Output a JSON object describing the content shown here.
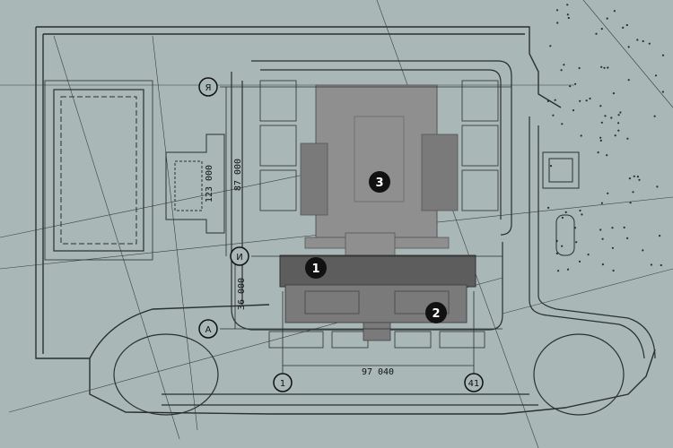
{
  "colors": {
    "background": "#a9b7b7",
    "line": "#2a2f2f",
    "building_light": "#8f8f8f",
    "building_dark": "#5d5d5d",
    "building_mid": "#7a7a7a",
    "marker_fill": "#111111"
  },
  "plan": {
    "markers": [
      {
        "id": "1"
      },
      {
        "id": "2"
      },
      {
        "id": "3"
      }
    ],
    "axes": {
      "ya": "Я",
      "i": "И",
      "a": "А",
      "col_1": "1",
      "col_41": "41"
    },
    "dimensions": {
      "top_depth": "87 000",
      "front_depth": "36 000",
      "frontage": "97 040",
      "left_block": "123 000"
    }
  }
}
